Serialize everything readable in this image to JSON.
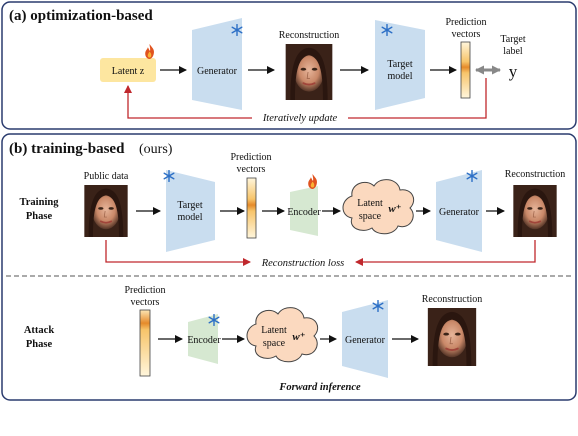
{
  "panel_a": {
    "title": "(a) optimization-based",
    "latent_label": "Latent z",
    "generator_label": "Generator",
    "reconstruction_label": "Reconstruction",
    "target_model_line1": "Target",
    "target_model_line2": "model",
    "prediction_line1": "Prediction",
    "prediction_line2": "vectors",
    "target_label_line1": "Target",
    "target_label_line2": "label",
    "y_symbol": "y",
    "update_label": "Iteratively update"
  },
  "panel_b": {
    "title": "(b) training-based",
    "title_suffix": "(ours)",
    "training_phase_line1": "Training",
    "training_phase_line2": "Phase",
    "public_data_label": "Public data",
    "target_model_line1": "Target",
    "target_model_line2": "model",
    "prediction_line1": "Prediction",
    "prediction_line2": "vectors",
    "encoder_label": "Encoder",
    "latent_space_line1": "Latent",
    "latent_space_line2": "space",
    "w_plus": "w⁺",
    "generator_label": "Generator",
    "reconstruction_label": "Reconstruction",
    "loss_label": "Reconstruction loss",
    "attack_phase_line1": "Attack",
    "attack_phase_line2": "Phase",
    "attack_prediction_line1": "Prediction",
    "attack_prediction_line2": "vectors",
    "attack_encoder_label": "Encoder",
    "attack_latent_line1": "Latent",
    "attack_latent_line2": "space",
    "attack_w_plus": "w⁺",
    "attack_generator_label": "Generator",
    "attack_reconstruction_label": "Reconstruction",
    "forward_label": "Forward inference"
  },
  "colors": {
    "frame_border": "#2a3b6e",
    "module_blue": "#c9ddef",
    "encoder_green": "#d6e8d1",
    "latent_yellow": "#fde6a0",
    "cloud_fill": "#fbd9bf",
    "red_arrow": "#c0282d",
    "snowflake": "#2c6fc6",
    "flame": "#e0531f"
  }
}
